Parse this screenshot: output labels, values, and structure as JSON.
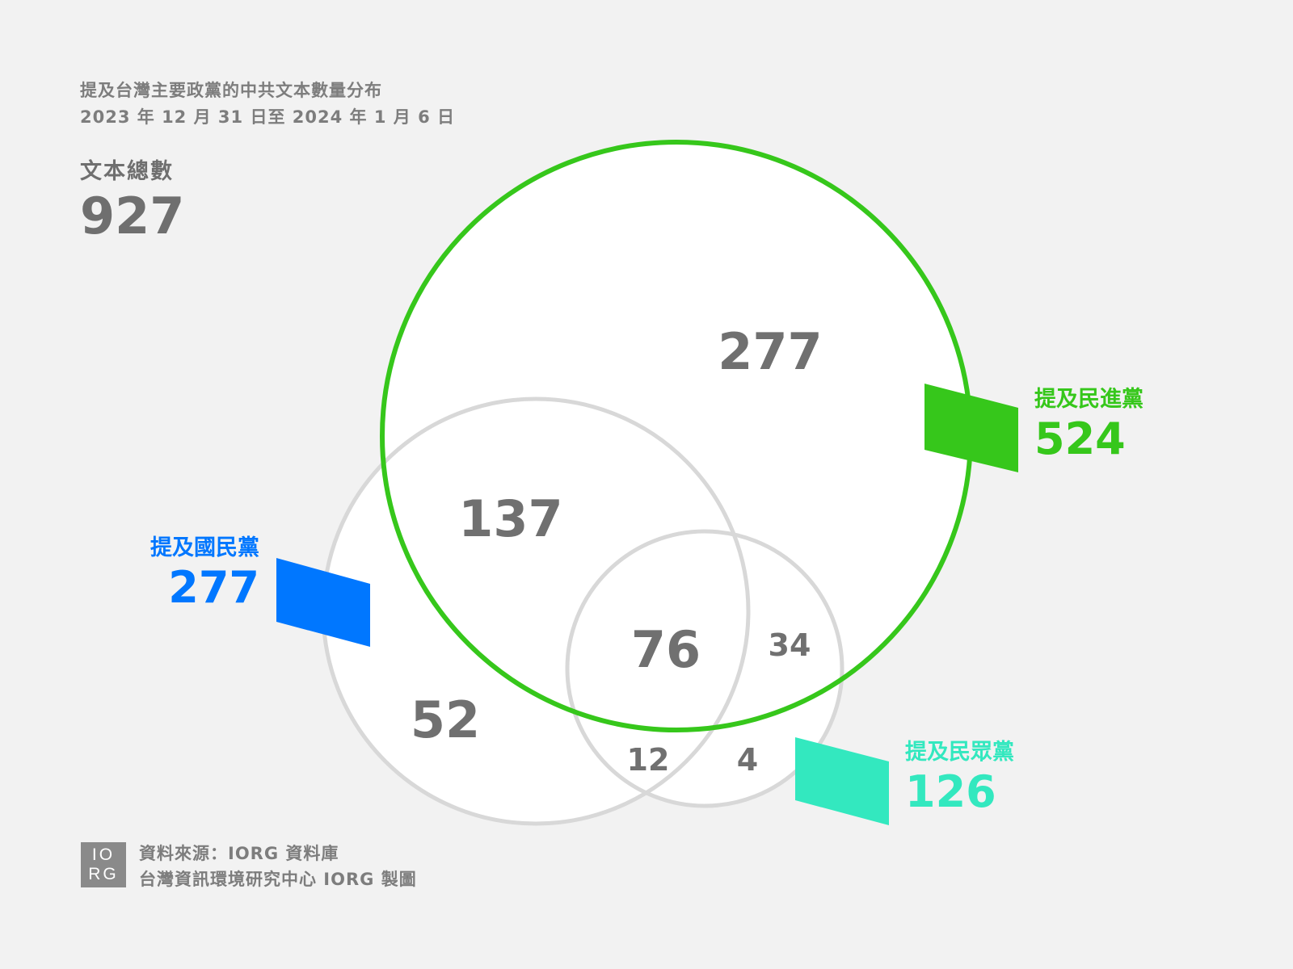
{
  "header": {
    "title": "提及台灣主要政黨的中共文本數量分布",
    "date_range": "2023 年 12 月 31 日至 2024 年 1 月 6 日"
  },
  "total": {
    "label": "文本總數",
    "value": "927"
  },
  "chart_data": {
    "type": "venn",
    "sets": [
      {
        "id": "dpp",
        "label": "提及民進黨",
        "total": 524,
        "color": "#36c71b"
      },
      {
        "id": "kmt",
        "label": "提及國民黨",
        "total": 277,
        "color": "#0077ff"
      },
      {
        "id": "tpp",
        "label": "提及民眾黨",
        "total": 126,
        "color": "#33e8bf"
      }
    ],
    "regions": [
      {
        "sets": [
          "dpp"
        ],
        "value": 277
      },
      {
        "sets": [
          "dpp",
          "kmt"
        ],
        "value": 137
      },
      {
        "sets": [
          "dpp",
          "kmt",
          "tpp"
        ],
        "value": 76
      },
      {
        "sets": [
          "dpp",
          "tpp"
        ],
        "value": 34
      },
      {
        "sets": [
          "kmt"
        ],
        "value": 52
      },
      {
        "sets": [
          "kmt",
          "tpp"
        ],
        "value": 12
      },
      {
        "sets": [
          "tpp"
        ],
        "value": 4
      }
    ]
  },
  "labels": {
    "dpp": {
      "name": "提及民進黨",
      "value": "524"
    },
    "kmt": {
      "name": "提及國民黨",
      "value": "277"
    },
    "tpp": {
      "name": "提及民眾黨",
      "value": "126"
    }
  },
  "regions_text": {
    "dpp_only": "277",
    "dpp_kmt": "137",
    "all_three": "76",
    "dpp_tpp": "34",
    "kmt_only": "52",
    "kmt_tpp": "12",
    "tpp_only": "4"
  },
  "footer": {
    "logo_top": "IO",
    "logo_bottom": "RG",
    "source": "資料來源：IORG 資料庫",
    "credit": "台灣資訊環境研究中心 IORG 製圖"
  },
  "colors": {
    "dpp": "#36c71b",
    "kmt": "#0077ff",
    "tpp": "#33e8bf",
    "outline_gray": "#d8d8d8",
    "text_gray": "#707070",
    "background": "#f2f2f2"
  }
}
